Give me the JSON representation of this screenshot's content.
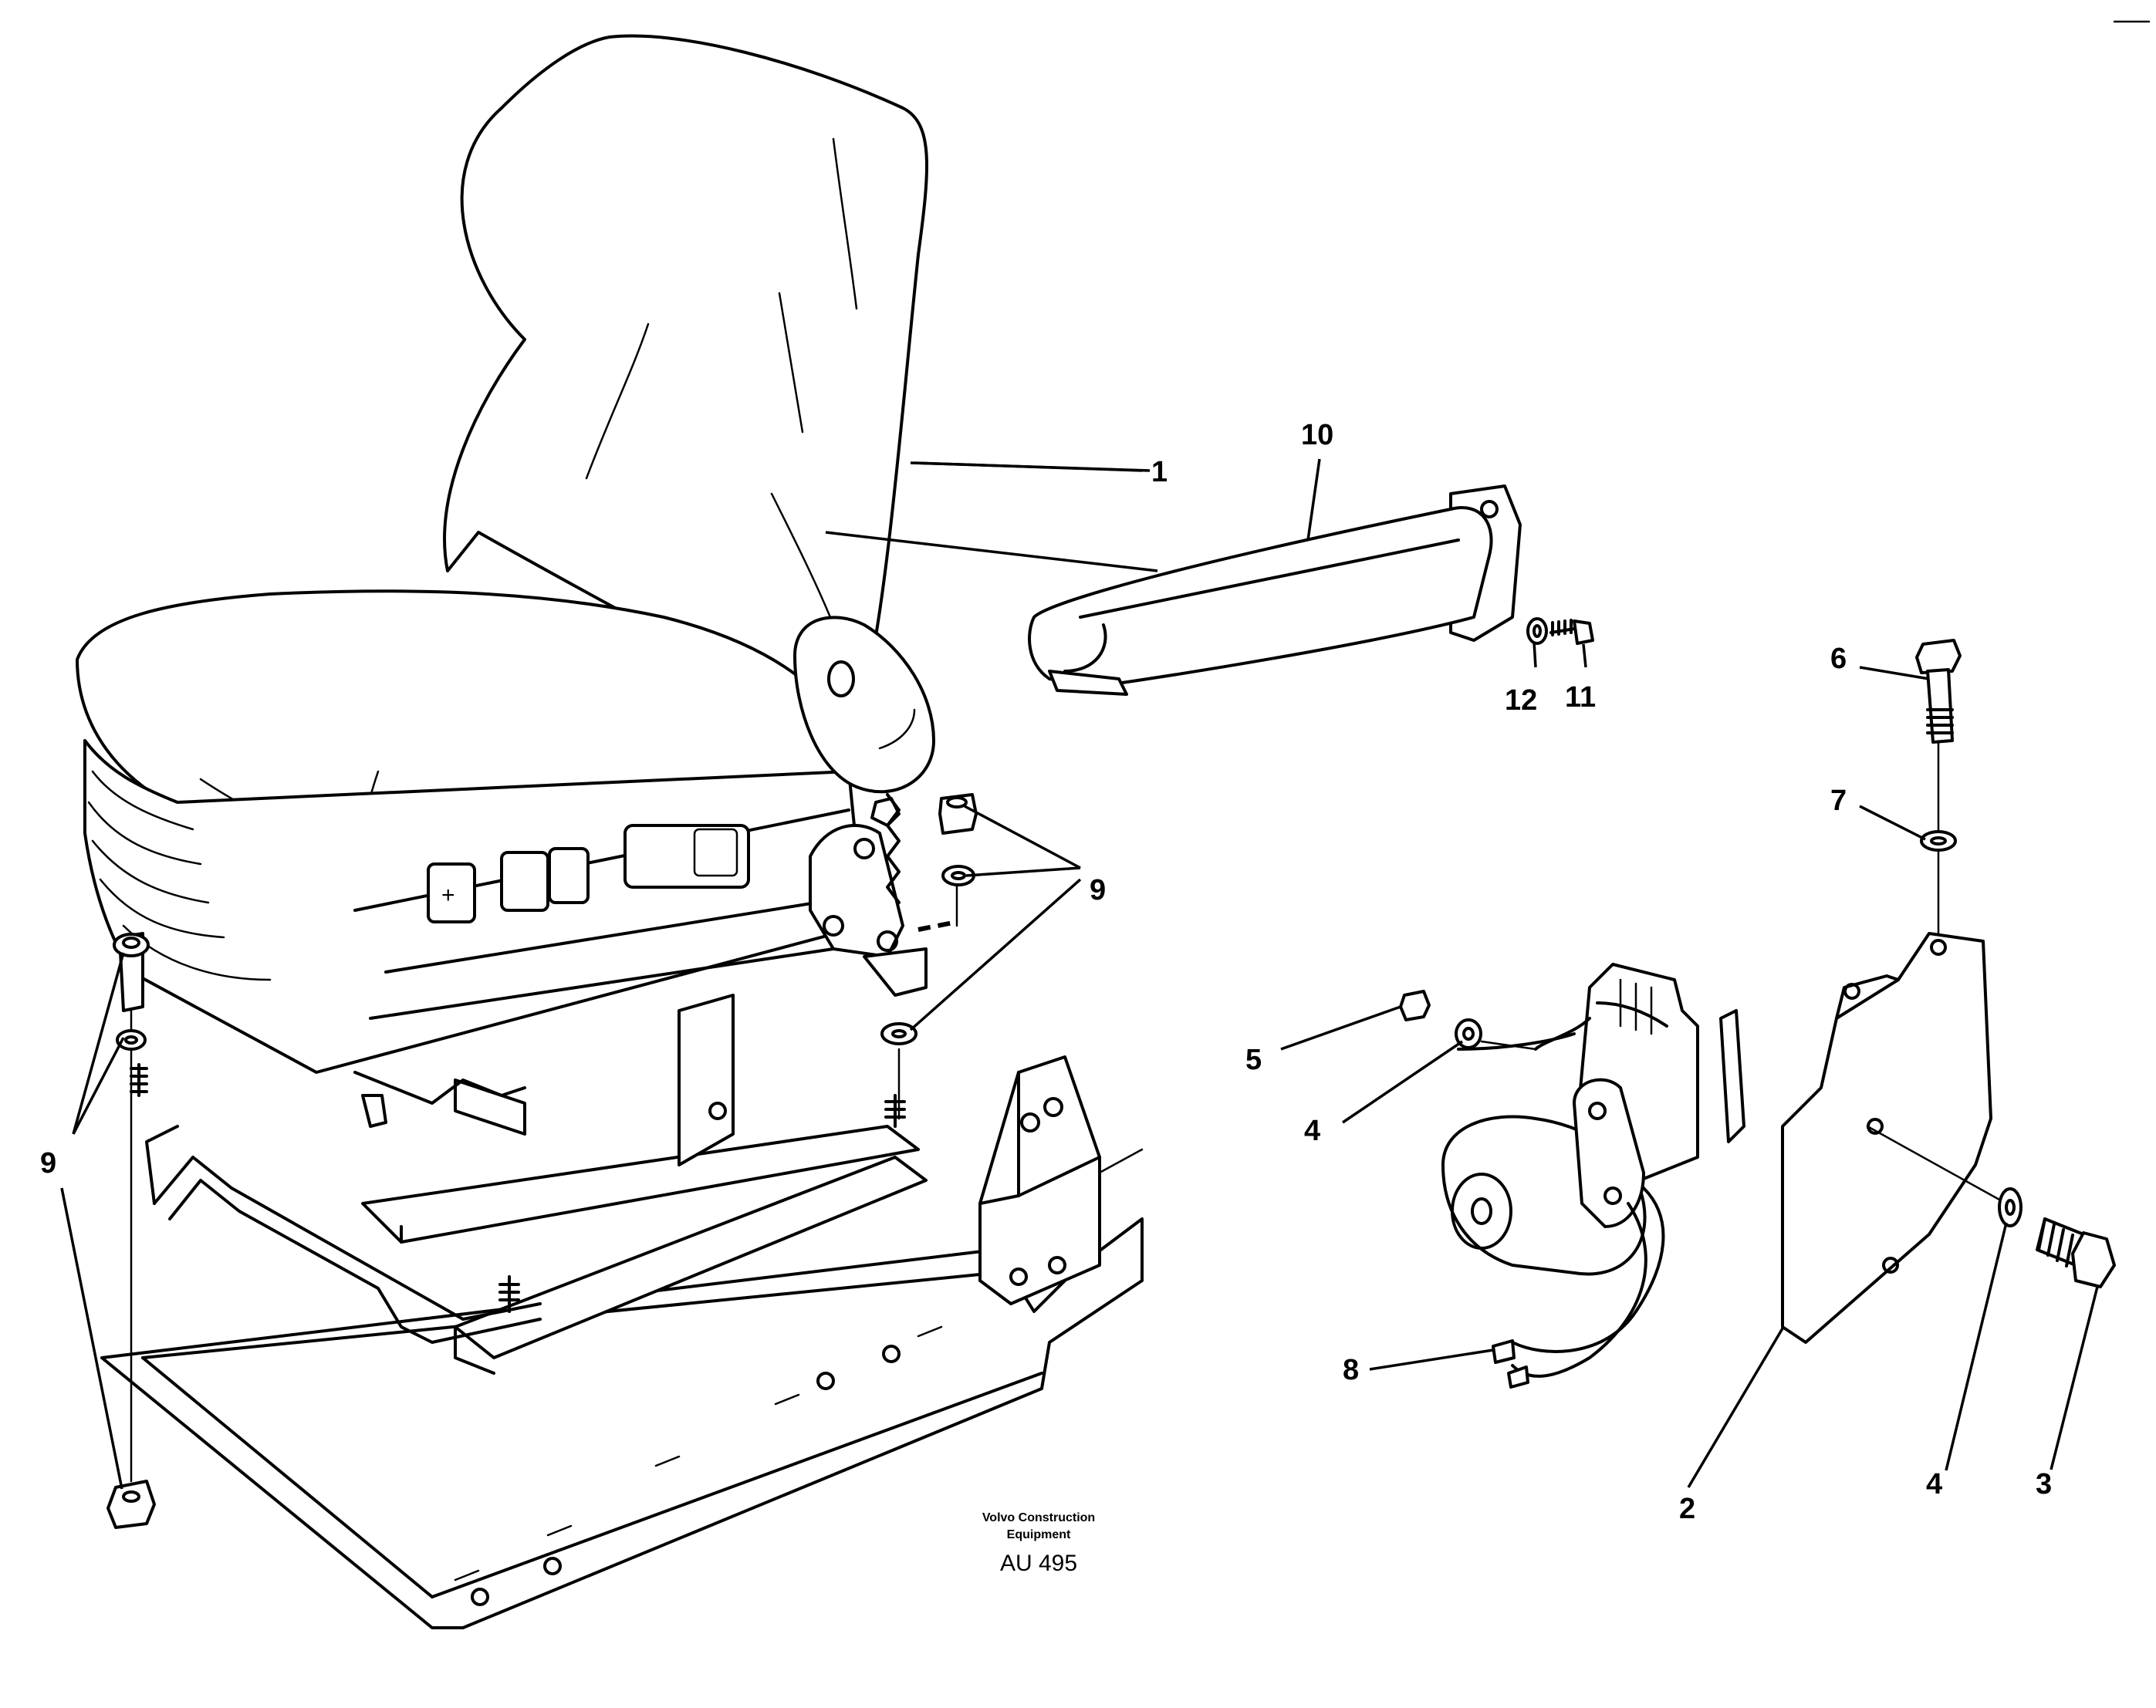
{
  "callouts": {
    "c1": "1",
    "c2": "2",
    "c3": "3",
    "c4a": "4",
    "c4b": "4",
    "c5": "5",
    "c6": "6",
    "c7": "7",
    "c8": "8",
    "c9a": "9",
    "c9b": "9",
    "c10": "10",
    "c11": "11",
    "c12": "12"
  },
  "footer": {
    "company_line1": "Volvo Construction",
    "company_line2": "Equipment",
    "drawing_code": "AU 495"
  }
}
